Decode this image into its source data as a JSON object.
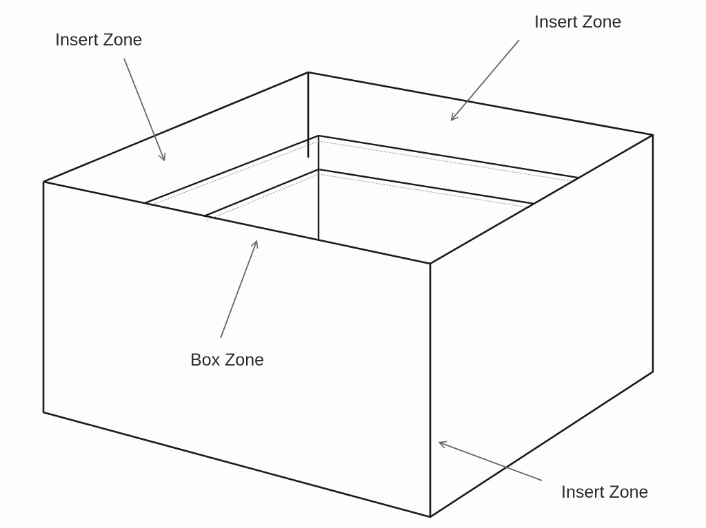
{
  "diagram": {
    "labels": {
      "insert_zone_top_left": "Insert Zone",
      "insert_zone_top_right": "Insert Zone",
      "box_zone": "Box Zone",
      "insert_zone_bottom_right": "Insert Zone"
    },
    "colors": {
      "outline": "#1a1a1a",
      "arrow": "#666666",
      "dotted": "#9a9a9a",
      "text": "#2a2a2a"
    }
  }
}
